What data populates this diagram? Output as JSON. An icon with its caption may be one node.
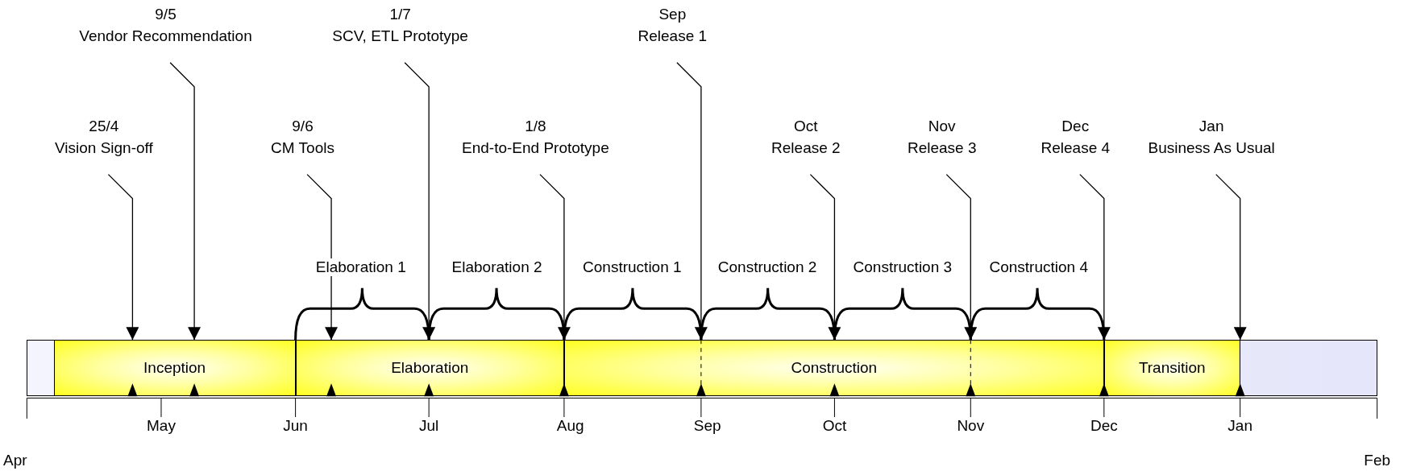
{
  "diagram": {
    "nodes": [
      {
        "text": [
          "25/4",
          "Vision Sign-off"
        ]
      },
      {
        "text": [
          "9/5",
          "Vendor Recommendation"
        ]
      },
      {
        "text": [
          "9/6",
          "CM Tools"
        ]
      },
      {
        "text": [
          "1/7",
          "SCV, ETL Prototype"
        ]
      },
      {
        "text": [
          "1/8",
          "End-to-End Prototype"
        ]
      },
      {
        "text": [
          "Sep",
          "Release 1"
        ]
      },
      {
        "text": [
          "Oct",
          "Release 2"
        ]
      },
      {
        "text": [
          "Nov",
          "Release 3"
        ]
      },
      {
        "text": [
          "Dec",
          "Release 4"
        ]
      },
      {
        "text": [
          "Jan",
          "Business As Usual"
        ]
      },
      {
        "text": [
          "Inception"
        ]
      },
      {
        "text": [
          "Elaboration"
        ]
      },
      {
        "text": [
          "Construction"
        ]
      },
      {
        "text": [
          "Transition"
        ]
      }
    ],
    "edges": [
      {
        "from": 0,
        "to": 10,
        "arrow": "to"
      },
      {
        "from": 1,
        "to": 10,
        "arrow": "to"
      },
      {
        "from": 2,
        "to": 11,
        "arrow": "to"
      },
      {
        "from": 3,
        "to": 11,
        "arrow": "to"
      },
      {
        "from": 4,
        "to": 11,
        "arrow": "to"
      },
      {
        "from": 5,
        "to": 12,
        "arrow": "to"
      },
      {
        "from": 6,
        "to": 12,
        "arrow": "to"
      },
      {
        "from": 7,
        "to": 12,
        "arrow": "to"
      },
      {
        "from": 8,
        "to": 13,
        "arrow": "to"
      },
      {
        "from": 9,
        "to": 13,
        "arrow": "to"
      }
    ],
    "labels": [
      "Elaboration 1",
      "Elaboration 2",
      "Construction 1",
      "Construction 2",
      "Construction 3",
      "Construction 4",
      "Apr",
      "May",
      "Jun",
      "Jul",
      "Aug",
      "Sep",
      "Oct",
      "Nov",
      "Dec",
      "Jan",
      "Feb"
    ]
  }
}
